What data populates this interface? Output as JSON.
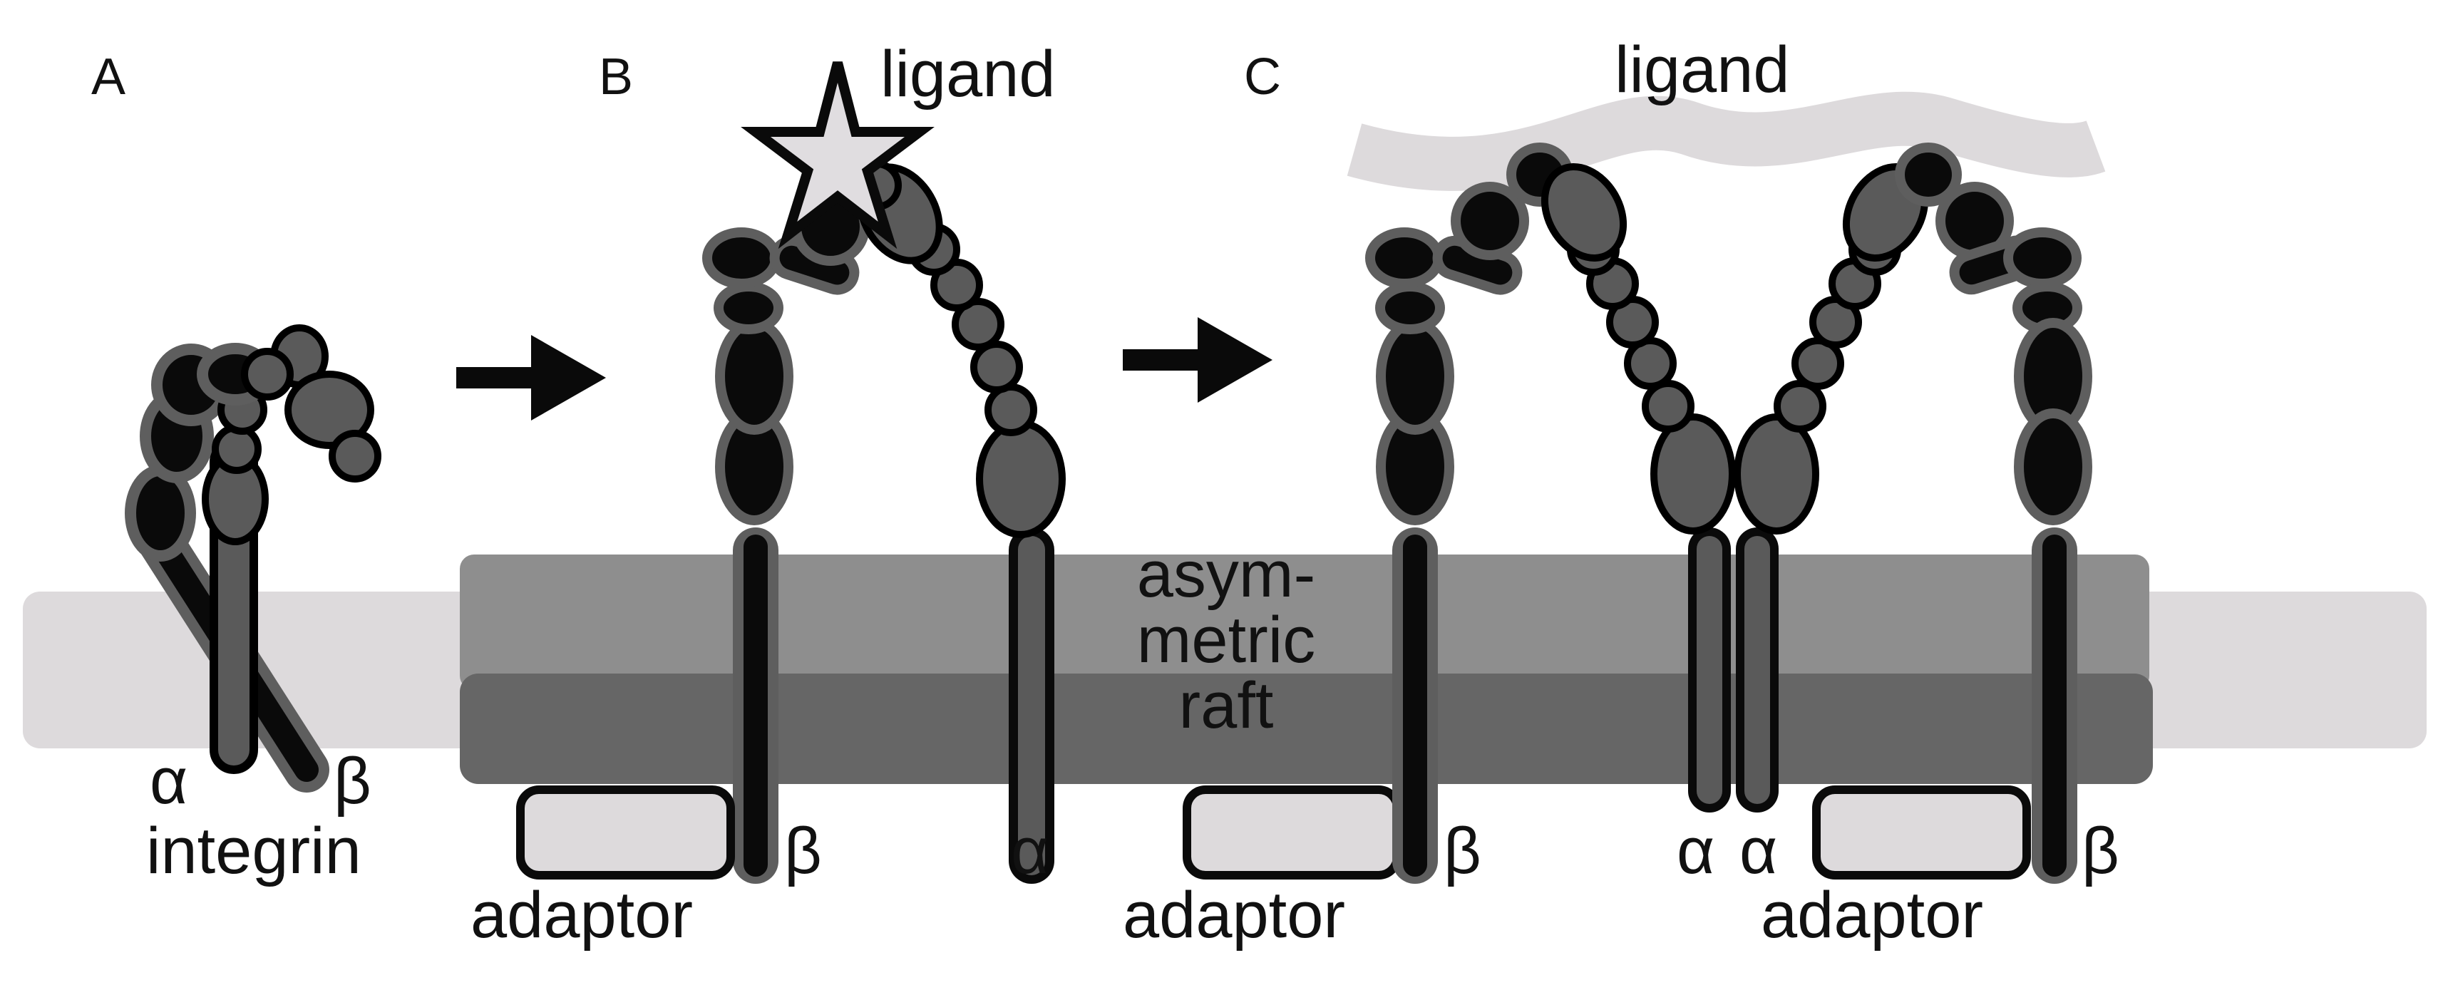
{
  "panels": {
    "a": "A",
    "b": "B",
    "c": "C"
  },
  "labels": {
    "ligand_b": "ligand",
    "ligand_c": "ligand",
    "alpha": "α",
    "beta": "β",
    "integrin": "integrin",
    "adaptor": "adaptor",
    "raft_line1": "asym-",
    "raft_line2": "metric",
    "raft_line3": "raft"
  },
  "colors": {
    "membrane": "#dddadc",
    "raft_top": "#8e8e8e",
    "raft_bottom": "#666666",
    "dark_domain": "#0a0a0a",
    "gray_domain": "#5a5a5a",
    "outline": "#5e5e5e",
    "adaptor_fill": "#dddadc",
    "star_fill": "#e0dde0"
  }
}
